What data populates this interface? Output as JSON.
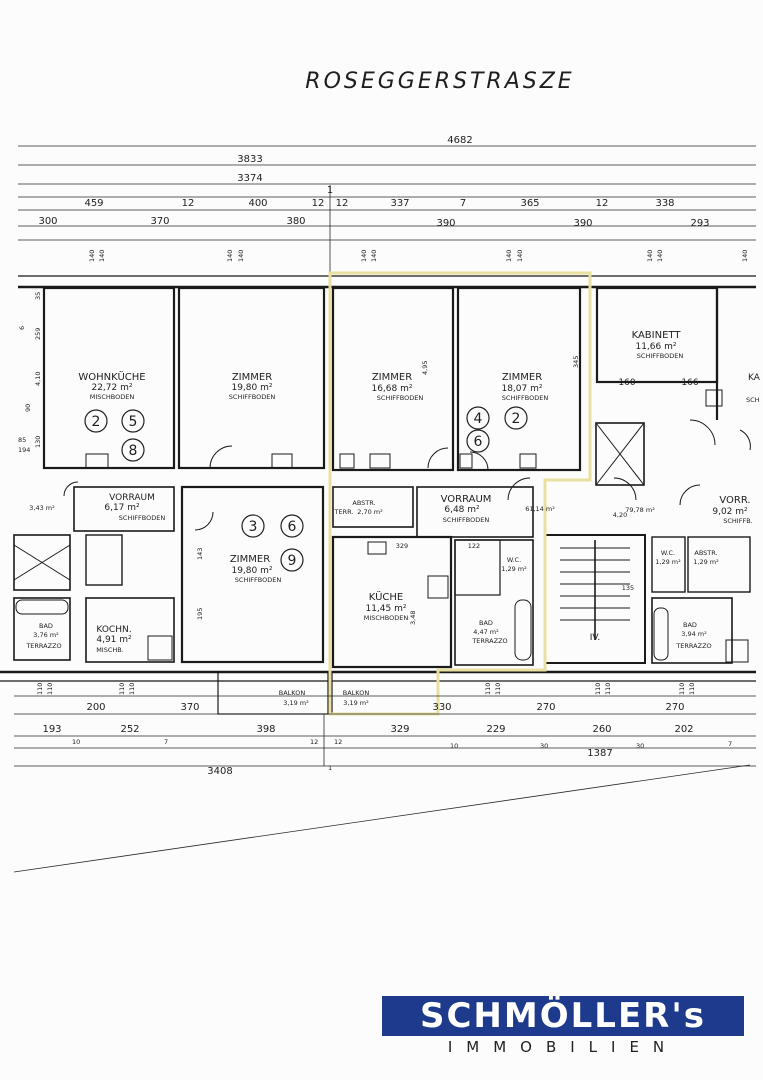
{
  "plan": {
    "street": "ROSEGGERSTRASZE",
    "top_dims": {
      "total": "4682",
      "row1": "3833",
      "row2": "3374",
      "row3": [
        "459",
        "12",
        "400",
        "12",
        "12",
        "337",
        "7",
        "365",
        "12",
        "338"
      ],
      "row4": [
        "300",
        "370",
        "380",
        "390",
        "390",
        "293"
      ],
      "markers": [
        "1"
      ]
    },
    "window_dims": [
      "140",
      "140",
      "140",
      "140",
      "140",
      "140",
      "140",
      "140",
      "140",
      "140",
      "140"
    ],
    "left_dims": [
      "35",
      "259",
      "6",
      "4,10",
      "90",
      "130",
      "85",
      "194"
    ],
    "rooms": [
      {
        "name": "WOHNKÜCHE",
        "area": "22,72 m²",
        "floor": "MISCHBODEN"
      },
      {
        "name": "ZIMMER",
        "area": "19,80 m²",
        "floor": "SCHIFFBODEN"
      },
      {
        "name": "ZIMMER",
        "area": "16,68 m²",
        "floor": "SCHIFFBODEN"
      },
      {
        "name": "ZIMMER",
        "area": "18,07 m²",
        "floor": "SCHIFFBODEN"
      },
      {
        "name": "KABINETT",
        "area": "11,66 m²",
        "floor": "SCHIFFBODEN"
      },
      {
        "name": "VORRAUM",
        "area": "6,17 m²",
        "floor": "SCHIFFBODEN"
      },
      {
        "name": "ZIMMER",
        "area": "19,80 m²",
        "floor": "SCHIFFBODEN"
      },
      {
        "name": "ABSTR.",
        "area": "2,70 m²",
        "floor": "TERR."
      },
      {
        "name": "VORRAUM",
        "area": "6,48 m²",
        "floor": "SCHIFFBODEN"
      },
      {
        "name": "KÜCHE",
        "area": "11,45 m²",
        "floor": "MISCHBODEN"
      },
      {
        "name": "W.C.",
        "area": "1,29 m²",
        "floor": ""
      },
      {
        "name": "BAD",
        "area": "4,47 m²",
        "floor": "TERRAZZO"
      },
      {
        "name": "KOCHN.",
        "area": "4,91 m²",
        "floor": "MISCHB."
      },
      {
        "name": "BAD",
        "area": "3,76 m²",
        "floor": "TERRAZZO"
      },
      {
        "name": "W.C.",
        "area": "1,29 m²",
        "floor": ""
      },
      {
        "name": "ABSTR.",
        "area": "1,29 m²",
        "floor": ""
      },
      {
        "name": "BAD",
        "area": "3,94 m²",
        "floor": "TERRAZZO"
      },
      {
        "name": "VORR.",
        "area": "9,02 m²",
        "floor": "SCHIFFB."
      },
      {
        "name": "BALKON",
        "area": "3,19 m²",
        "floor": ""
      },
      {
        "name": "BALKON",
        "area": "3,19 m²",
        "floor": ""
      }
    ],
    "extra_labels": {
      "kab_left": "KA",
      "kab_left_floor": "SCH",
      "stair_area": "4,20",
      "stair_landing": "61,14 m²",
      "landing2": "79,78 m²",
      "stair_numeral": "IV.",
      "small_left_area": "3,43 m²",
      "room_160": "160",
      "room_166": "166",
      "dim_345": "345",
      "dim_495": "4,95",
      "dim_348": "3,48",
      "dim_195": "195",
      "dim_143": "143",
      "dim_329": "329",
      "dim_122": "122",
      "dim_135": "135"
    },
    "unit_numbers": [
      {
        "label": "2"
      },
      {
        "label": "5"
      },
      {
        "label": "8"
      },
      {
        "label": "3"
      },
      {
        "label": "6"
      },
      {
        "label": "9"
      },
      {
        "label": "4"
      },
      {
        "label": "2"
      },
      {
        "label": "6"
      }
    ],
    "bottom_dims": {
      "row1": [
        "110",
        "110",
        "110",
        "110",
        "110",
        "110",
        "110",
        "110",
        "110",
        "110"
      ],
      "row2": [
        "200",
        "370",
        "330",
        "270",
        "270"
      ],
      "row3": [
        "193",
        "252",
        "398",
        "329",
        "229",
        "260",
        "202"
      ],
      "row3_small": [
        "10",
        "7",
        "12",
        "12",
        "10",
        "30",
        "30",
        "7"
      ],
      "total1": "1387",
      "total2": "3408",
      "marker": "1"
    }
  },
  "logo": {
    "title": "SCHMÖLLER's",
    "subtitle": "IMMOBILIEN",
    "color": "#1d3a8c"
  }
}
